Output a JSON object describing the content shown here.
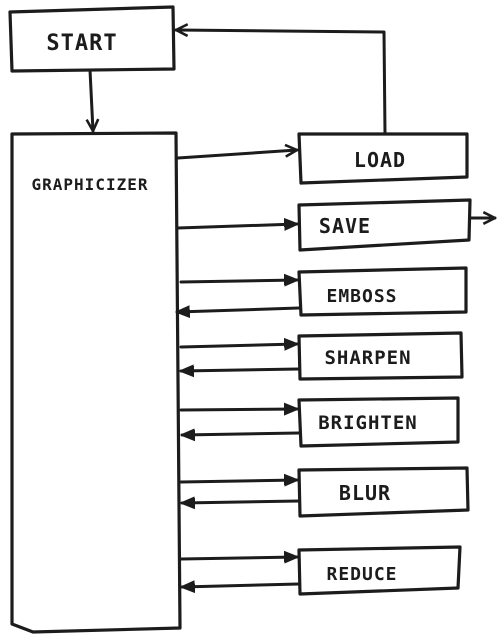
{
  "diagram": {
    "start": {
      "label": "START"
    },
    "main": {
      "label": "GRAPHICIZER"
    },
    "operations": [
      {
        "id": "load",
        "label": "LOAD"
      },
      {
        "id": "save",
        "label": "SAVE"
      },
      {
        "id": "emboss",
        "label": "EMBOSS"
      },
      {
        "id": "sharpen",
        "label": "SHARPEN"
      },
      {
        "id": "brighten",
        "label": "BRIGHTEN"
      },
      {
        "id": "blur",
        "label": "BLUR"
      },
      {
        "id": "reduce",
        "label": "REDUCE"
      }
    ],
    "colors": {
      "ink": "#1c1c1c",
      "paper": "#ffffff"
    }
  }
}
